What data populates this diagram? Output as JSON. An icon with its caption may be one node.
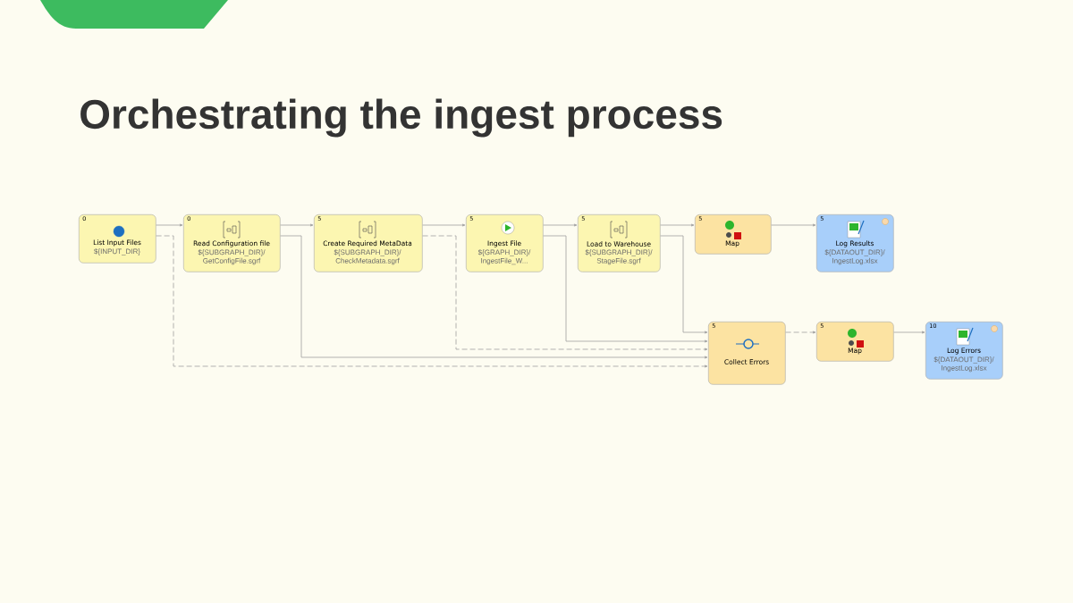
{
  "diagram": {
    "title": "Orchestrating the ingest process",
    "nodes": [
      {
        "text": [
          "0",
          "List Input Files",
          "${INPUT_DIR}"
        ]
      },
      {
        "text": [
          "0",
          "Read Configuration file",
          "${SUBGRAPH_DIR}/ GetConfigFile.sgrf"
        ]
      },
      {
        "text": [
          "5",
          "Create Required MetaData",
          "${SUBGRAPH_DIR}/ CheckMetadata.sgrf"
        ]
      },
      {
        "text": [
          "5",
          "Ingest File",
          "${GRAPH_DIR}/ IngestFile_W..."
        ]
      },
      {
        "text": [
          "5",
          "Load to Warehouse",
          "${SUBGRAPH_DIR}/ StageFile.sgrf"
        ]
      },
      {
        "text": [
          "5",
          "Map"
        ]
      },
      {
        "text": [
          "5",
          "Log Results",
          "${DATAOUT_DIR}/ IngestLog.xlsx"
        ]
      },
      {
        "text": [
          "5",
          "Collect Errors"
        ]
      },
      {
        "text": [
          "5",
          "Map"
        ]
      },
      {
        "text": [
          "10",
          "Log Errors",
          "${DATAOUT_DIR}/ IngestLog.xlsx"
        ]
      }
    ],
    "edges": [
      {
        "from": 0,
        "to": 1,
        "arrow": "to"
      },
      {
        "from": 1,
        "to": 2,
        "arrow": "to"
      },
      {
        "from": 2,
        "to": 3,
        "arrow": "to"
      },
      {
        "from": 3,
        "to": 4,
        "arrow": "to"
      },
      {
        "from": 4,
        "to": 5,
        "arrow": "to"
      },
      {
        "from": 5,
        "to": 6,
        "arrow": "to"
      },
      {
        "from": 4,
        "to": 7,
        "arrow": "to"
      },
      {
        "from": 3,
        "to": 7,
        "arrow": "to"
      },
      {
        "from": 2,
        "to": 7,
        "arrow": "to",
        "style": "dashed"
      },
      {
        "from": 1,
        "to": 7,
        "arrow": "to"
      },
      {
        "from": 0,
        "to": 7,
        "arrow": "to",
        "style": "dashed"
      },
      {
        "from": 7,
        "to": 8,
        "arrow": "to",
        "style": "dashed"
      },
      {
        "from": 8,
        "to": 9,
        "arrow": "to"
      }
    ]
  }
}
